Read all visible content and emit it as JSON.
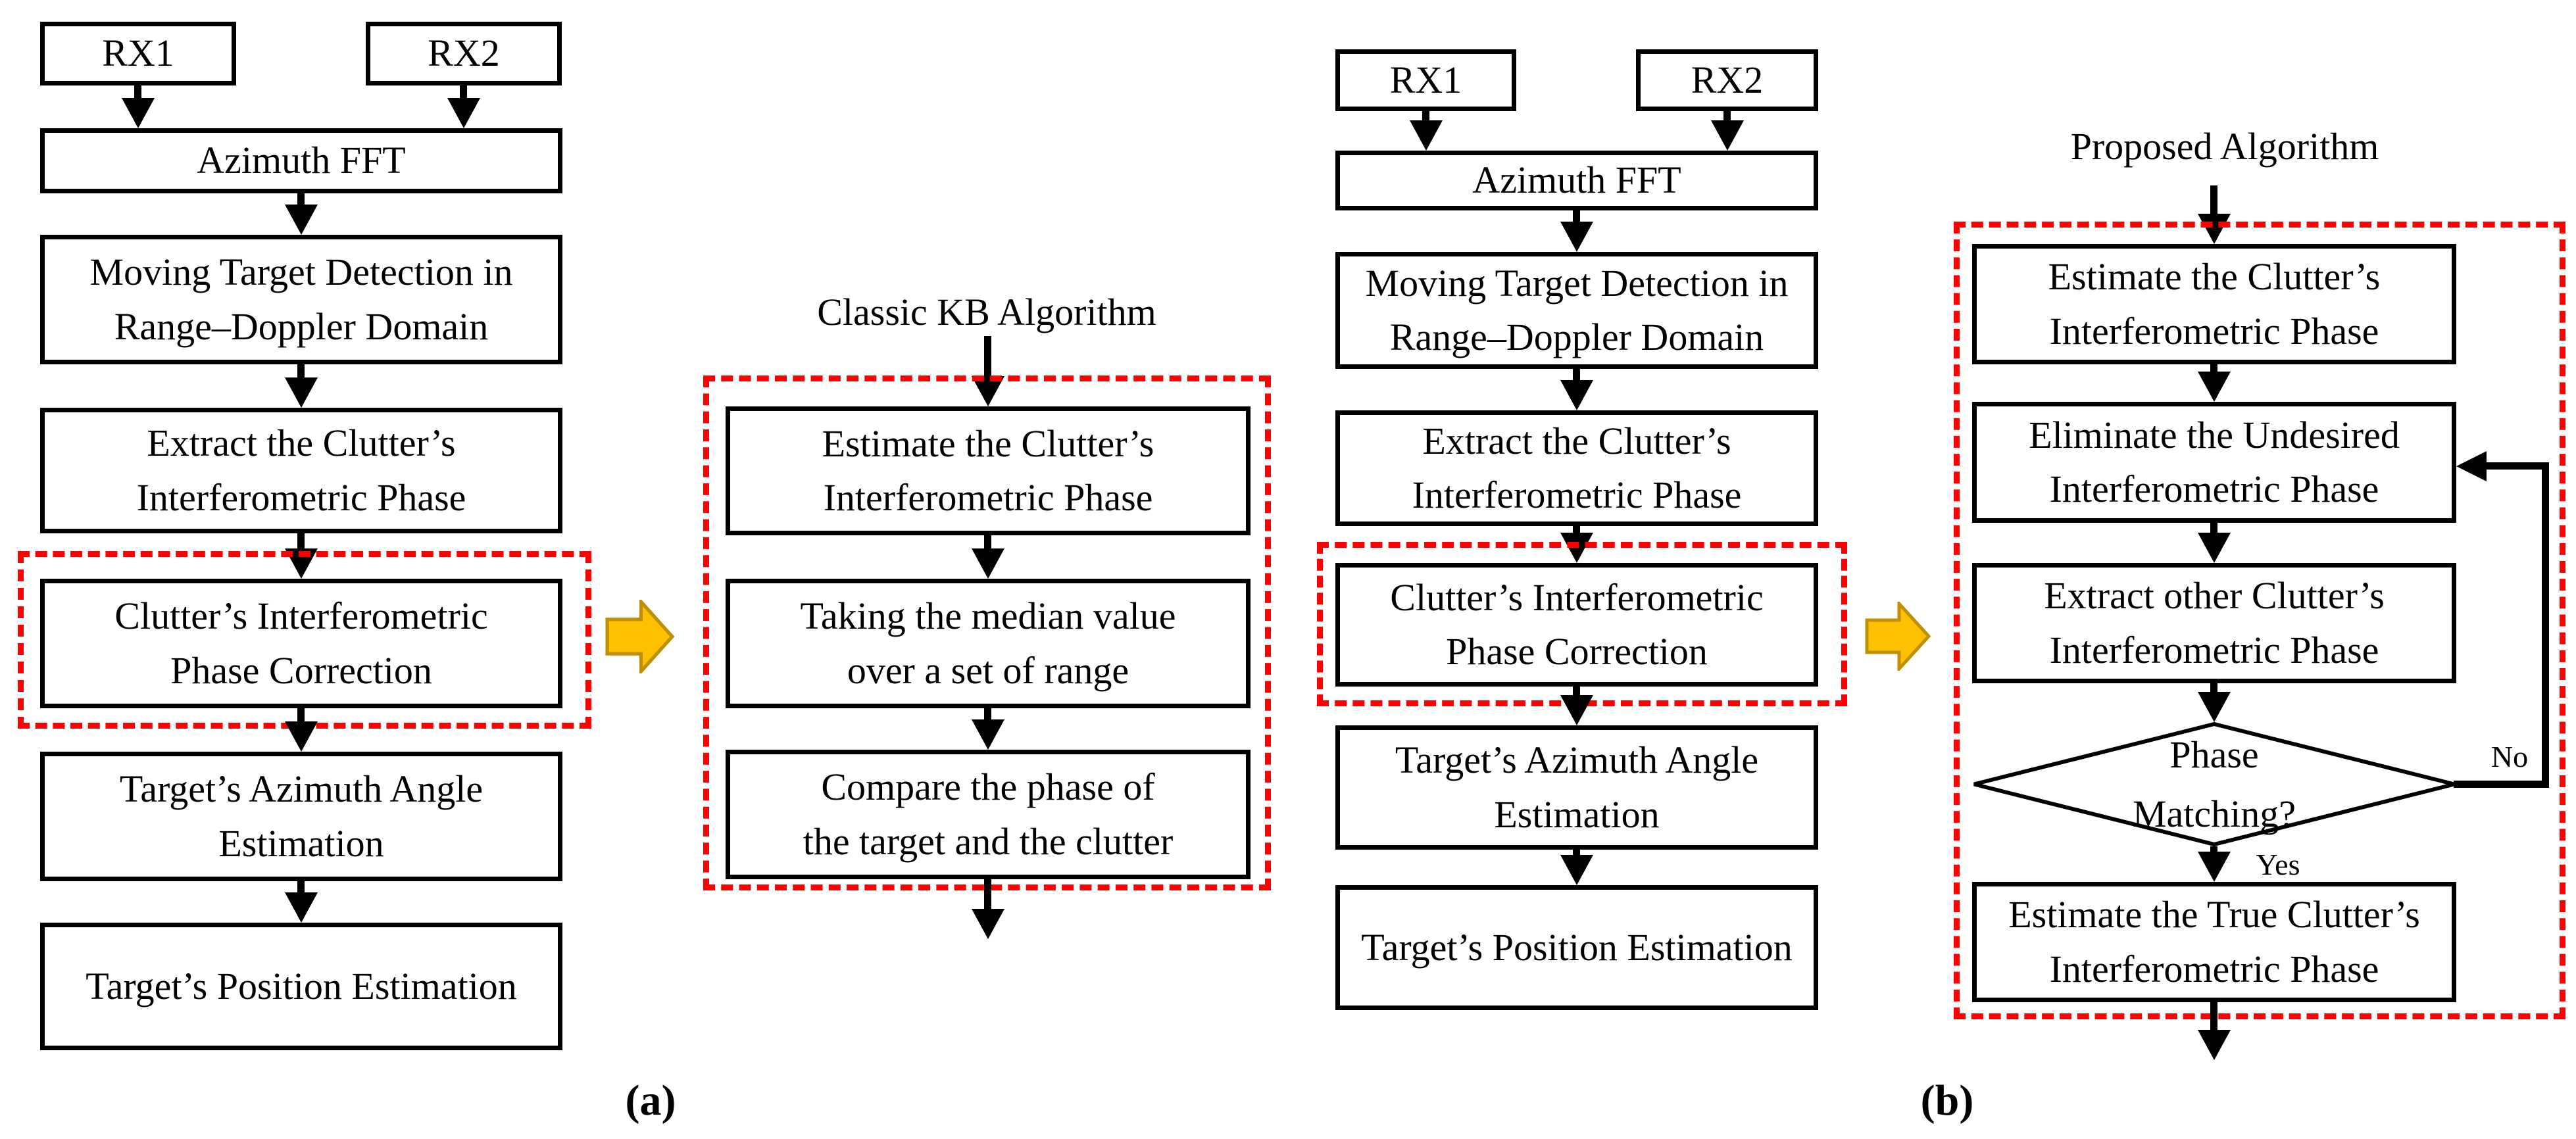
{
  "colors": {
    "highlight_dash": "#ff0000",
    "block_arrow_fill": "#ffc000",
    "block_arrow_stroke": "#bf9000"
  },
  "diagram_a": {
    "label": "(a)",
    "rx1": "RX1",
    "rx2": "RX2",
    "steps": [
      "Azimuth FFT",
      "Moving Target Detection in\nRange–Doppler Domain",
      "Extract the Clutter’s\nInterferometric Phase",
      "Clutter’s Interferometric\nPhase Correction",
      "Target’s Azimuth Angle\nEstimation",
      "Target’s Position Estimation"
    ]
  },
  "classic_kb": {
    "title": "Classic KB Algorithm",
    "steps": [
      "Estimate the Clutter’s\nInterferometric Phase",
      "Taking the median value\nover a set of range",
      "Compare the phase of\nthe target and the clutter"
    ]
  },
  "diagram_b": {
    "label": "(b)",
    "rx1": "RX1",
    "rx2": "RX2",
    "steps": [
      "Azimuth FFT",
      "Moving Target Detection in\nRange–Doppler Domain",
      "Extract the Clutter’s\nInterferometric Phase",
      "Clutter’s Interferometric\nPhase Correction",
      "Target’s Azimuth Angle\nEstimation",
      "Target’s Position Estimation"
    ]
  },
  "proposed": {
    "title": "Proposed Algorithm",
    "steps": [
      "Estimate the Clutter’s\nInterferometric Phase",
      "Eliminate the Undesired\nInterferometric Phase",
      "Extract other Clutter’s\nInterferometric Phase"
    ],
    "decision": "Phase\nMatching?",
    "yes": "Yes",
    "no": "No",
    "final": "Estimate the True Clutter’s\nInterferometric Phase"
  }
}
